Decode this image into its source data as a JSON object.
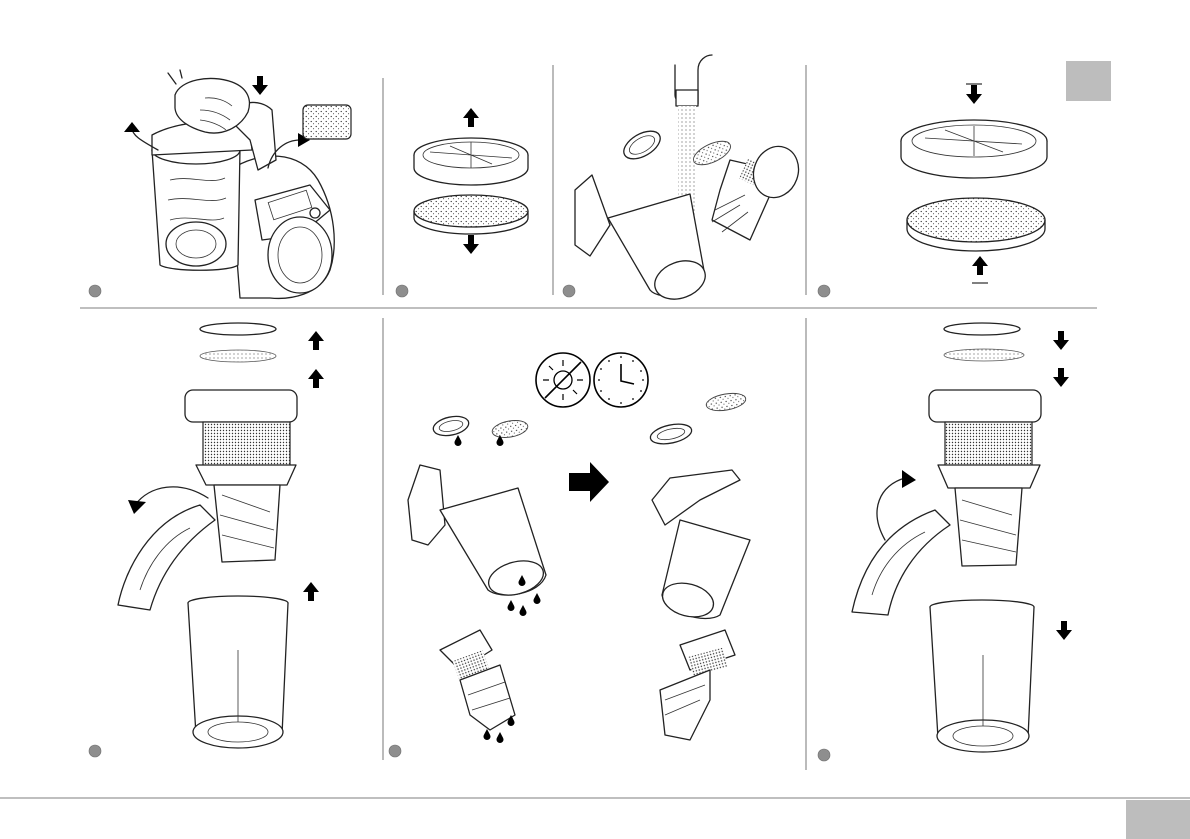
{
  "page": {
    "language_tab_label": "",
    "page_number_label": "",
    "colors": {
      "badge_grey": "#8e8e8e",
      "tab_grey": "#bdbdbd",
      "ink": "#000000"
    }
  },
  "panels": [
    {
      "id": "panel-1",
      "description_icon": "open-dust-container",
      "step_label": ""
    },
    {
      "id": "panel-2",
      "description_icon": "separate-filters",
      "step_label": ""
    },
    {
      "id": "panel-3",
      "description_icon": "rinse-under-tap",
      "step_label": ""
    },
    {
      "id": "panel-4",
      "description_icon": "reassemble-filters",
      "step_label": ""
    },
    {
      "id": "panel-5",
      "description_icon": "disassemble-container",
      "step_label": ""
    },
    {
      "id": "panel-6",
      "description_icon": "dry-no-sun-wait",
      "step_label": ""
    },
    {
      "id": "panel-7",
      "description_icon": "reassemble-container",
      "step_label": ""
    }
  ],
  "icons": {
    "no_sun": "no-sunlight-icon",
    "clock": "clock-icon",
    "big_arrow": "right-arrow-icon"
  }
}
